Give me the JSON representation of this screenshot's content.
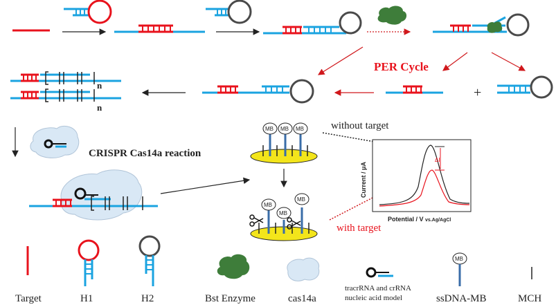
{
  "labels": {
    "per_cycle": "PER Cycle",
    "crispr_reaction": "CRISPR Cas14a reaction",
    "without_target": "without target",
    "with_target": "with target",
    "plus": "+",
    "n_top": "n",
    "n_bottom": "n",
    "mb": "MB",
    "delta_i": "ΔI"
  },
  "plot": {
    "ylabel": "Current / μA",
    "xlabel_main": "Potential / V",
    "xlabel_sub": "vs.Ag/AgCl"
  },
  "legend": {
    "target": "Target",
    "h1": "H1",
    "h2": "H2",
    "bst": "Bst Enzyme",
    "cas14a": "cas14a",
    "tracr_line1": "tracrRNA and crRNA",
    "tracr_line2": "nucleic acid model",
    "ssdna": "ssDNA-MB",
    "mch": "MCH"
  },
  "colors": {
    "red": "#e8121c",
    "blue": "#1aa3e0",
    "gray": "#4a4a4a",
    "green": "#3e7d3a",
    "cas_fill": "#d9e8f5",
    "electrode": "#f3e51b",
    "probe": "#3a6da8"
  }
}
